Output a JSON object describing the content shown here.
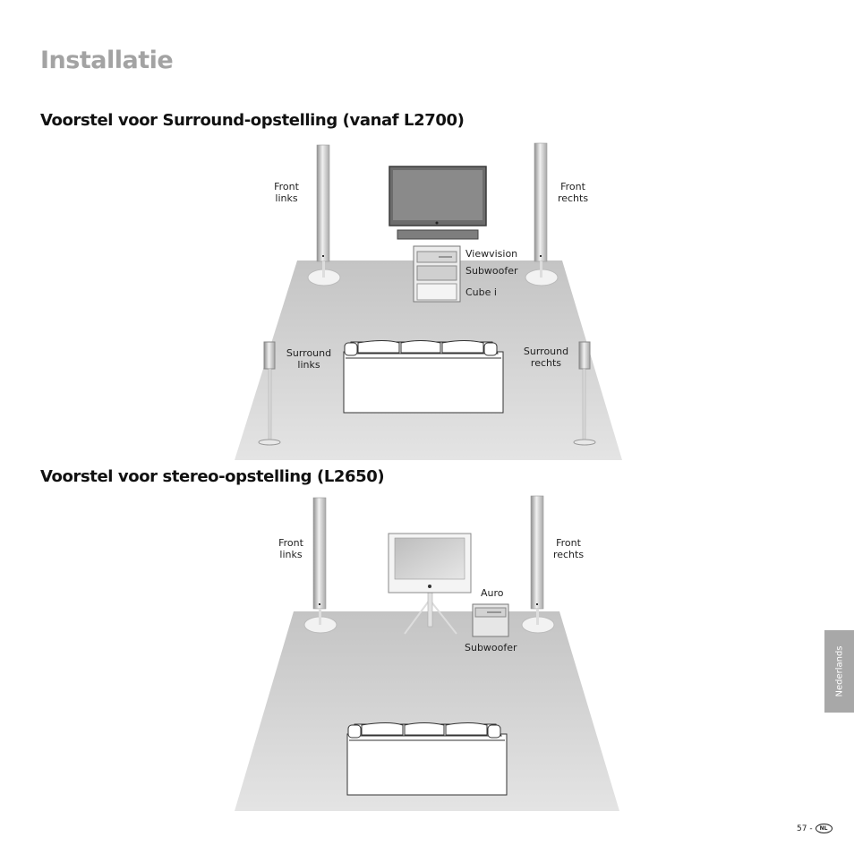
{
  "page": {
    "title": "Installatie",
    "language_tab": "Nederlands",
    "page_number": "57 -",
    "page_badge": "NL"
  },
  "surround": {
    "heading": "Voorstel voor Surround-opstelling (vanaf L2700)",
    "front_left": [
      "Front",
      "links"
    ],
    "front_right": [
      "Front",
      "rechts"
    ],
    "viewvision": "Viewvision",
    "subwoofer": "Subwoofer",
    "cube": "Cube i",
    "surround_left": [
      "Surround",
      "links"
    ],
    "surround_right": [
      "Surround",
      "rechts"
    ]
  },
  "stereo": {
    "heading": "Voorstel voor stereo-opstelling (L2650)",
    "front_left": [
      "Front",
      "links"
    ],
    "front_right": [
      "Front",
      "rechts"
    ],
    "auro": "Auro",
    "subwoofer": "Subwoofer"
  }
}
